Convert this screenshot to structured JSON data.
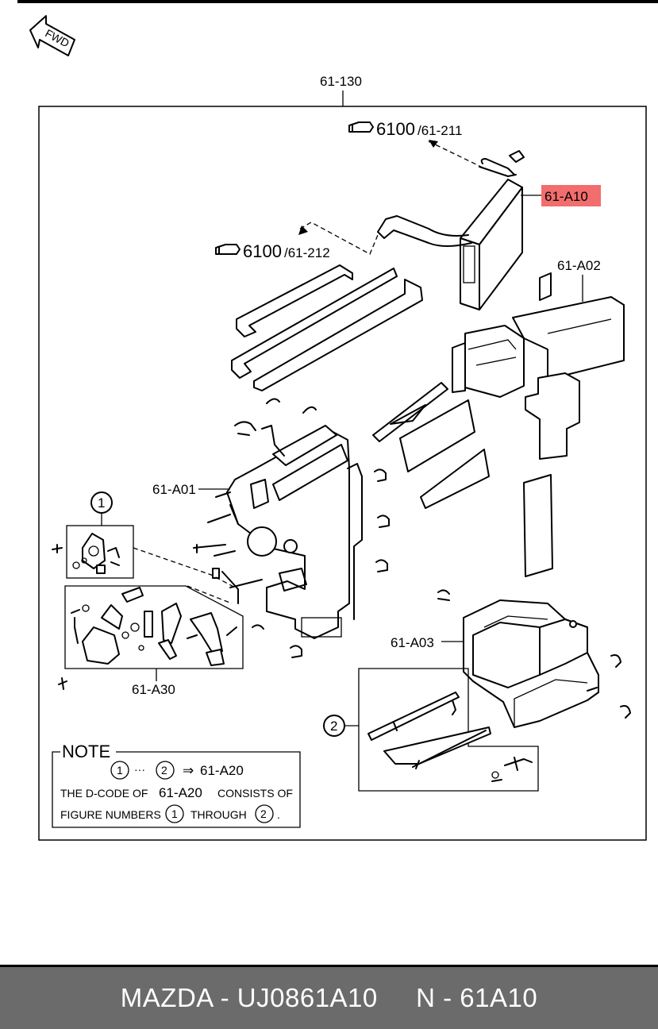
{
  "diagram": {
    "fwd_label": "FWD",
    "top_assembly": "61-130",
    "ref_upper": {
      "num": "6100",
      "sub": "/61-211"
    },
    "ref_lower": {
      "num": "6100",
      "sub": "/61-212"
    },
    "highlight_color": "#f26d6d",
    "parts": {
      "a10": "61-A10",
      "a02": "61-A02",
      "a01": "61-A01",
      "a03": "61-A03",
      "a30": "61-A30"
    },
    "figure_numbers": {
      "one": "1",
      "two": "2"
    },
    "note": {
      "title": "NOTE",
      "range_dots": "···",
      "arrow": "⇒",
      "range_target": "61-A20",
      "line2_a": "THE D-CODE OF",
      "line2_code": "61-A20",
      "line2_b": "CONSISTS OF",
      "line3_a": "FIGURE NUMBERS",
      "line3_b": "THROUGH",
      "line3_end": "."
    }
  },
  "footer": {
    "text": "MAZDA - UJ0861A10     N - 61A10"
  }
}
